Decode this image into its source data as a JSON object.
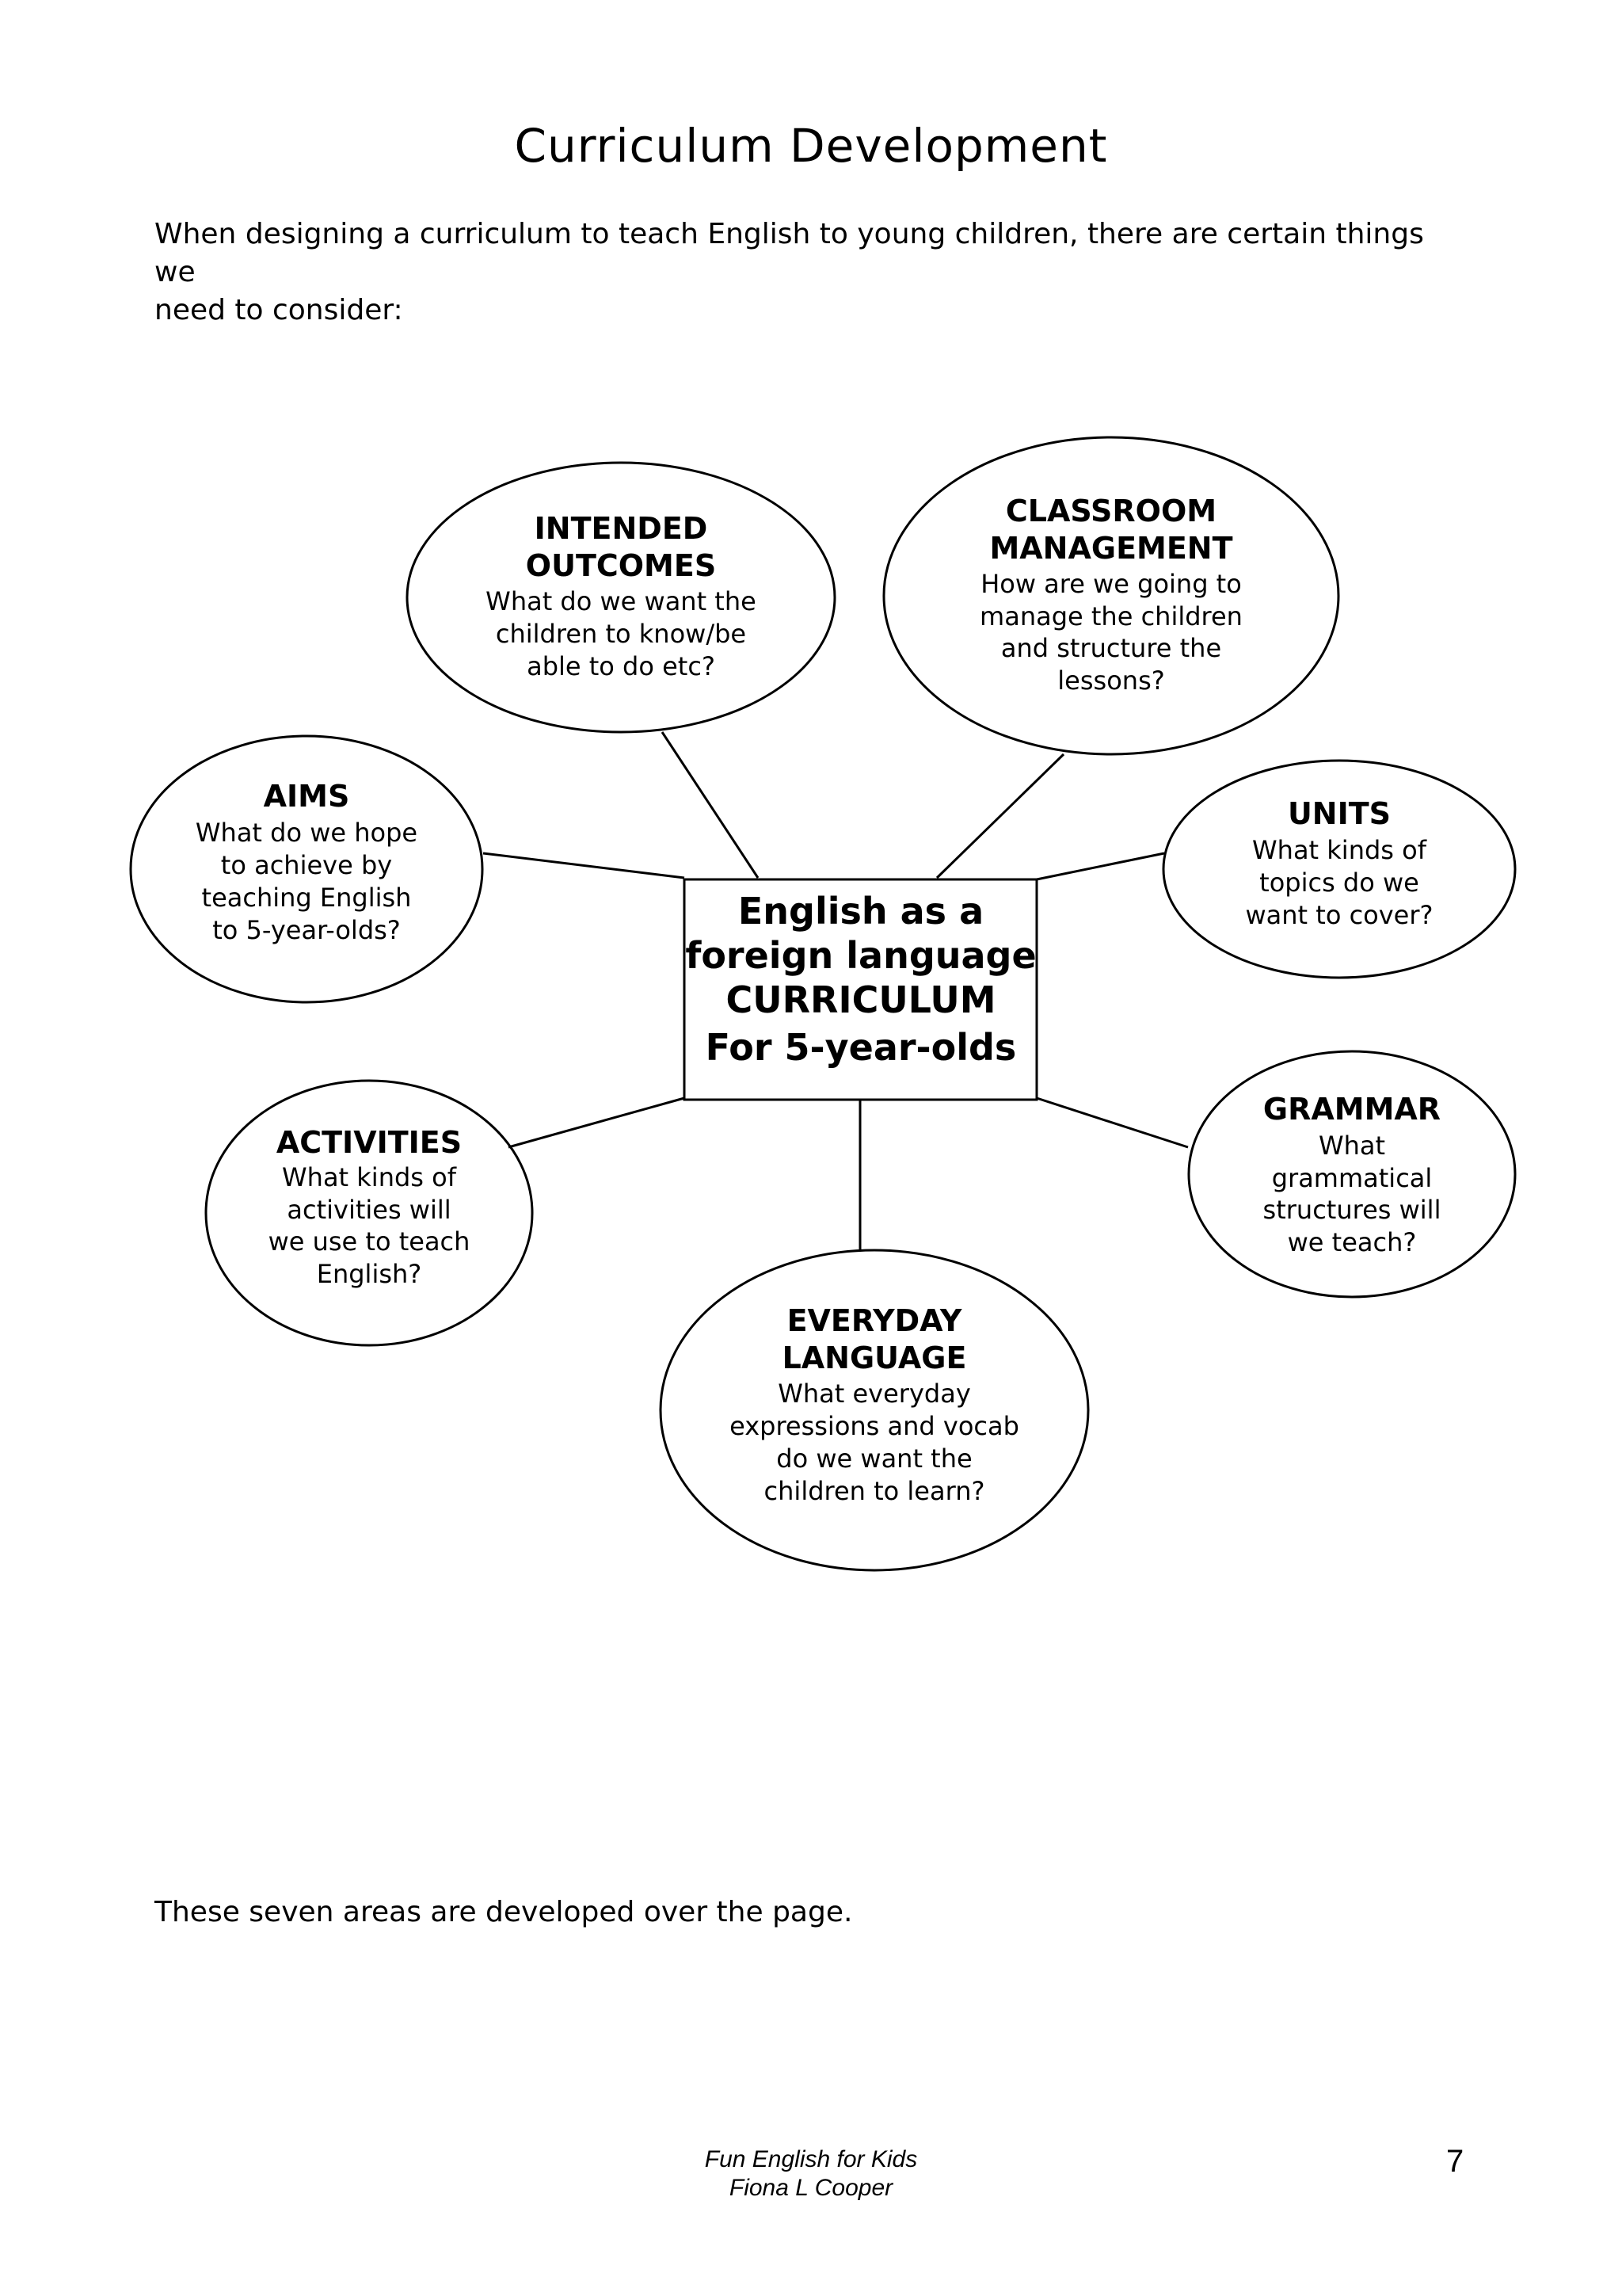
{
  "page": {
    "title": "Curriculum Development",
    "intro_line1": "When designing a curriculum to teach English to young children, there are certain things we",
    "intro_line2": "need to consider:",
    "closing": "These seven areas are developed over the page."
  },
  "diagram": {
    "center": {
      "lines": [
        "English as a",
        "foreign language",
        "CURRICULUM",
        "For 5-year-olds"
      ]
    },
    "nodes": [
      {
        "title": [
          "INTENDED",
          "OUTCOMES"
        ],
        "body": [
          "What do we want the",
          "children to know/be",
          "able to do etc?"
        ]
      },
      {
        "title": [
          "CLASSROOM",
          "MANAGEMENT"
        ],
        "body": [
          "How are we going to",
          "manage the children",
          "and structure the",
          "lessons?"
        ]
      },
      {
        "title": [
          "AIMS"
        ],
        "body": [
          "What do we hope",
          "to achieve by",
          "teaching English",
          "to 5-year-olds?"
        ]
      },
      {
        "title": [
          "UNITS"
        ],
        "body": [
          "What kinds of",
          "topics do we",
          "want to cover?"
        ]
      },
      {
        "title": [
          "ACTIVITIES"
        ],
        "body": [
          "What kinds of",
          "activities will",
          "we use to teach",
          "English?"
        ]
      },
      {
        "title": [
          "GRAMMAR"
        ],
        "body": [
          "What",
          "grammatical",
          "structures will",
          "we teach?"
        ]
      },
      {
        "title": [
          "EVERYDAY",
          "LANGUAGE"
        ],
        "body": [
          "What everyday",
          "expressions and vocab",
          "do we want the",
          "children to learn?"
        ]
      }
    ]
  },
  "footer": {
    "line1": "Fun English for Kids",
    "line2": "Fiona L Cooper",
    "page_number": "7"
  }
}
